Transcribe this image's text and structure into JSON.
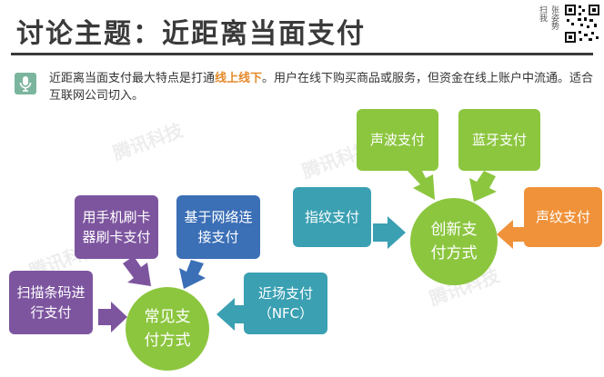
{
  "title": "讨论主题：近距离当面支付",
  "qr_label": [
    "扫我",
    "张姿势"
  ],
  "intro": {
    "before": "近距离当面支付最大特点是打通",
    "highlight": "线上线下",
    "after": "。用户在线下购买商品或服务，但资金在线上账户中流通。适合互联网公司切入。"
  },
  "watermark": "腾讯科技",
  "common": {
    "center": "常见支付方式",
    "items": [
      "扫描条码进行支付",
      "用手机刷卡器刷卡支付",
      "基于网络连接支付",
      "近场支付（NFC）"
    ]
  },
  "innovative": {
    "center": "创新支付方式",
    "items": [
      "指纹支付",
      "声波支付",
      "蓝牙支付",
      "声纹支付"
    ]
  },
  "colors": {
    "purple": "#7d559f",
    "blue": "#3b6fb6",
    "teal": "#3aa0b2",
    "green": "#8cc63f",
    "orange": "#f0923a"
  }
}
